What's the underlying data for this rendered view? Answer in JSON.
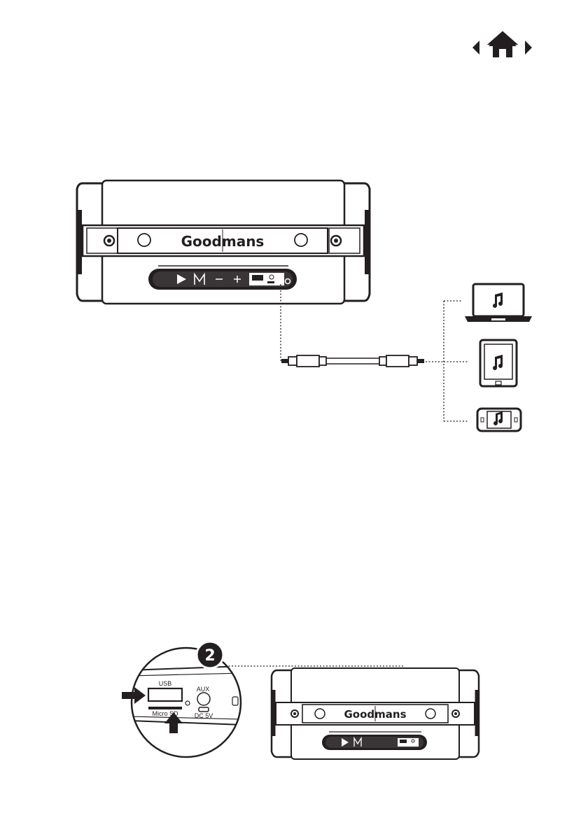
{
  "nav": {
    "prev_icon": "chevron-left-icon",
    "home_icon": "home-icon",
    "next_icon": "chevron-right-icon"
  },
  "speaker": {
    "brand": "Goodmans",
    "controls": [
      "play-pause-icon",
      "mode-icon",
      "volume-down-icon",
      "volume-up-icon"
    ]
  },
  "devices": [
    "laptop-icon",
    "tablet-icon",
    "phone-icon"
  ],
  "inset": {
    "step_number": "2",
    "ports": {
      "usb": "USB",
      "aux": "AUX",
      "micro_sd": "Micro SD",
      "dc": "DC 5V"
    },
    "second_speaker_brand": "Goodmans"
  },
  "colors": {
    "ink": "#231f20",
    "badge": "#231f20",
    "paper": "#ffffff"
  }
}
